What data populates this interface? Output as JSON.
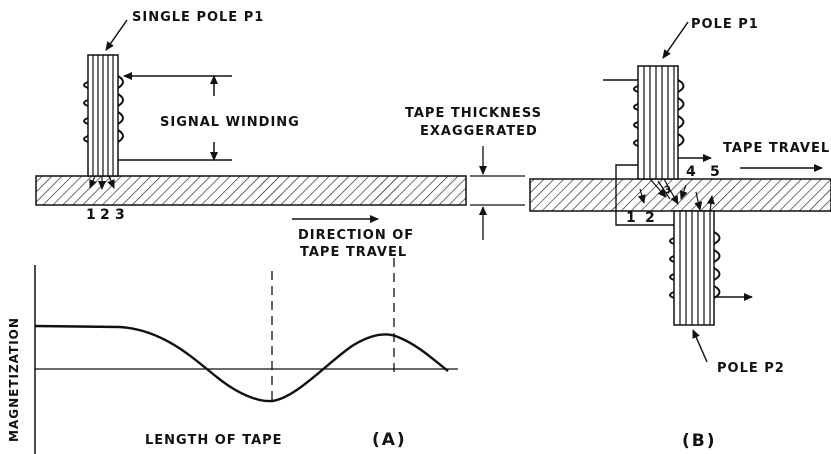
{
  "panel_a": {
    "pole_label": "SINGLE POLE P1",
    "winding_label": "SIGNAL WINDING",
    "thickness_label_line1": "TAPE THICKNESS",
    "thickness_label_line2": "EXAGGERATED",
    "flux_points": [
      "1",
      "2",
      "3"
    ],
    "direction_label_line1": "DIRECTION OF",
    "direction_label_line2": "TAPE TRAVEL",
    "ylabel": "MAGNETIZATION",
    "xlabel": "LENGTH OF TAPE",
    "panel_label": "(A)"
  },
  "panel_b": {
    "pole1_label": "POLE P1",
    "pole2_label": "POLE P2",
    "travel_label": "TAPE TRAVEL",
    "flux_points": [
      "1",
      "2",
      "3",
      "4",
      "5"
    ],
    "panel_label": "(B)"
  }
}
